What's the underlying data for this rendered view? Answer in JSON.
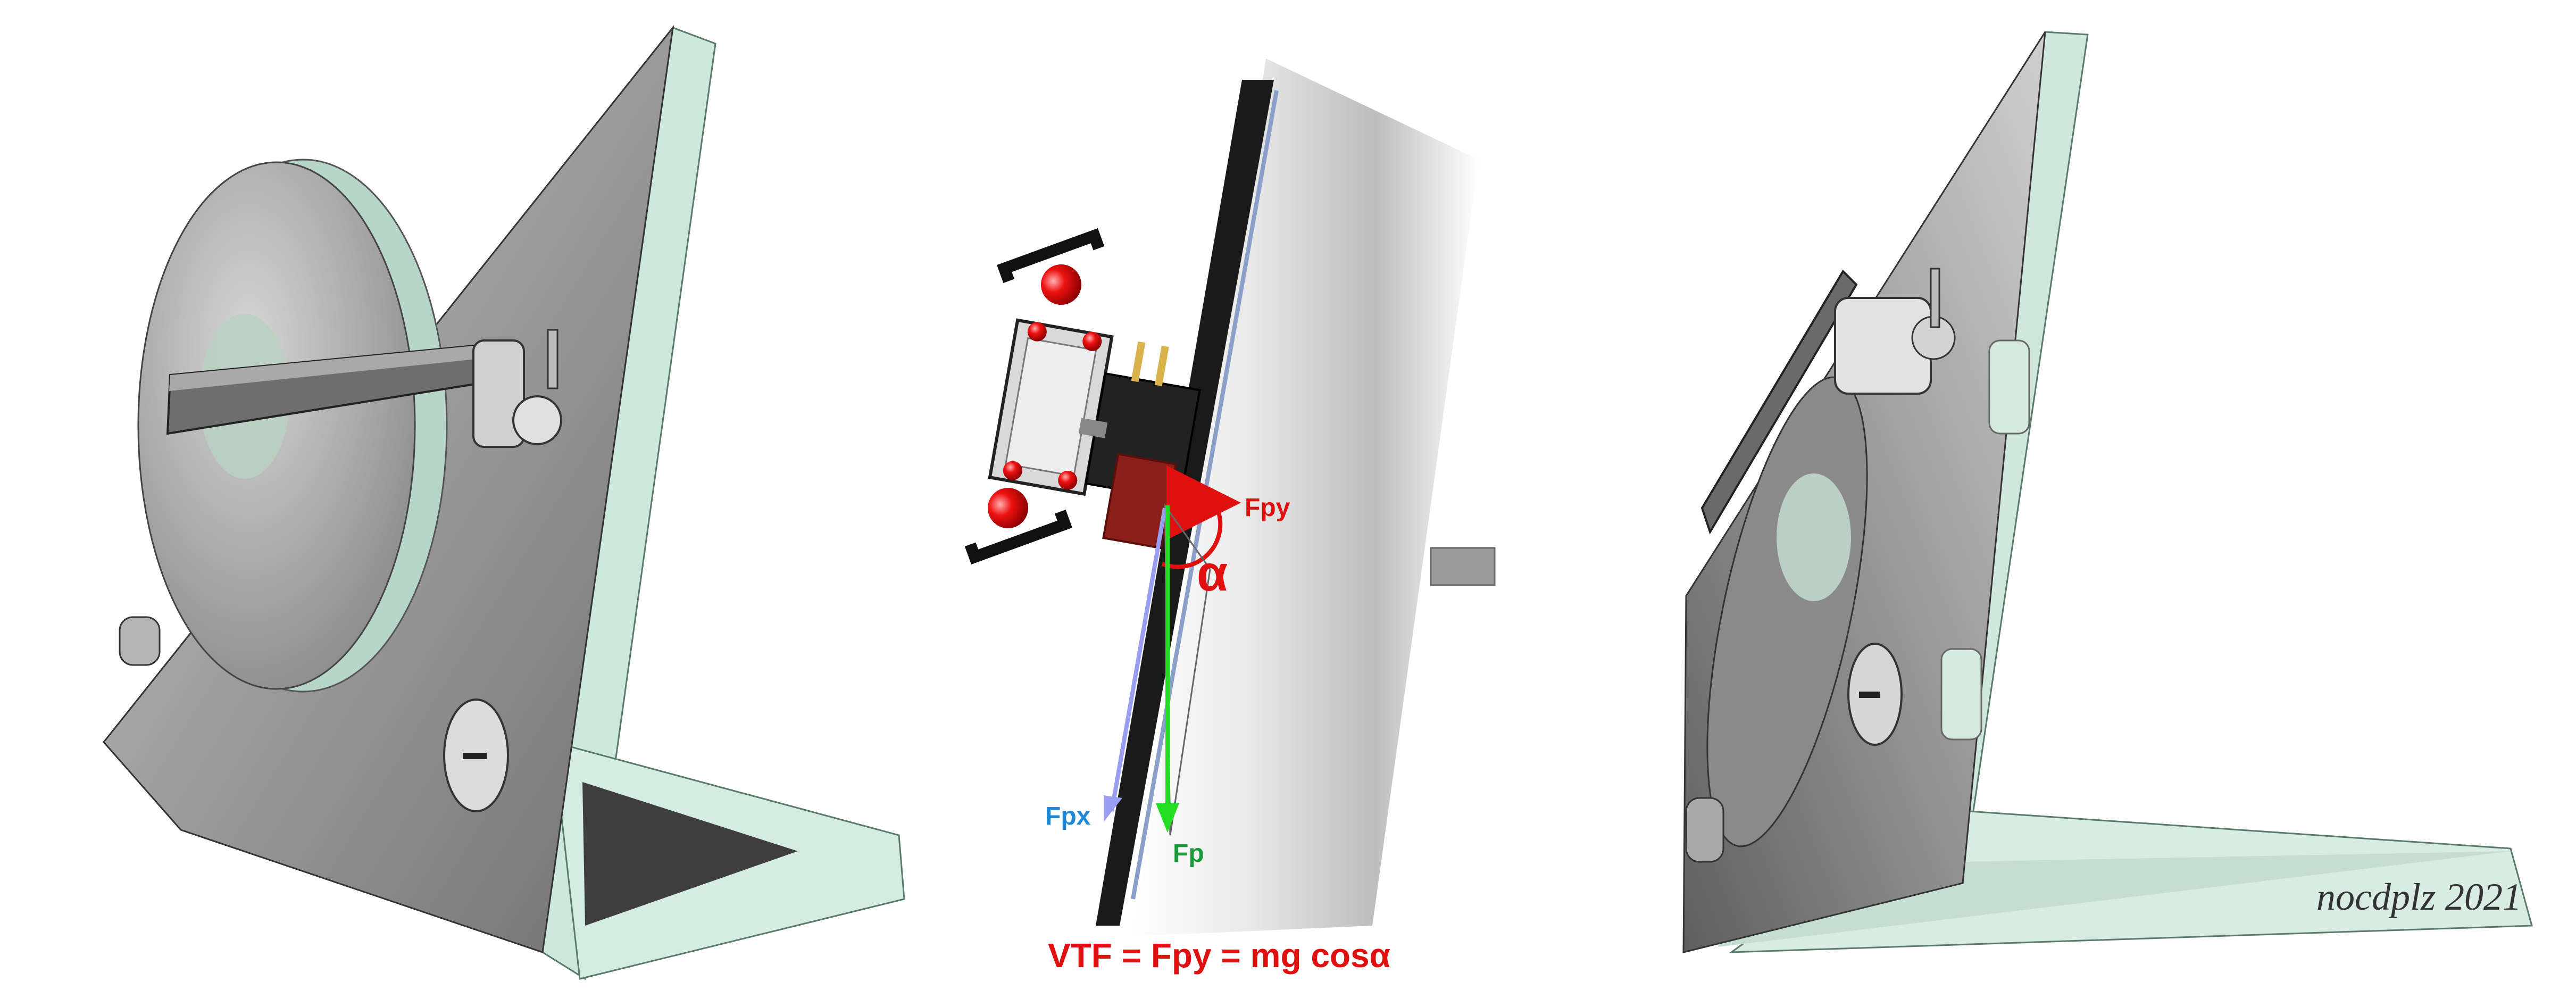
{
  "diagram": {
    "labels": {
      "fpy": "Fpy",
      "alpha": "α",
      "fpx": "Fpx",
      "fp": "Fp",
      "formula": "VTF = Fpy = mg cosα"
    },
    "signature": "nocdplz 2021",
    "colors": {
      "fpy": "#e01010",
      "alpha": "#e01010",
      "fpx": "#1e88d8",
      "fpx_arrow": "#9a9ef0",
      "fp": "#1a9a3a",
      "fp_arrow": "#22dd22",
      "formula": "#e01010"
    }
  }
}
